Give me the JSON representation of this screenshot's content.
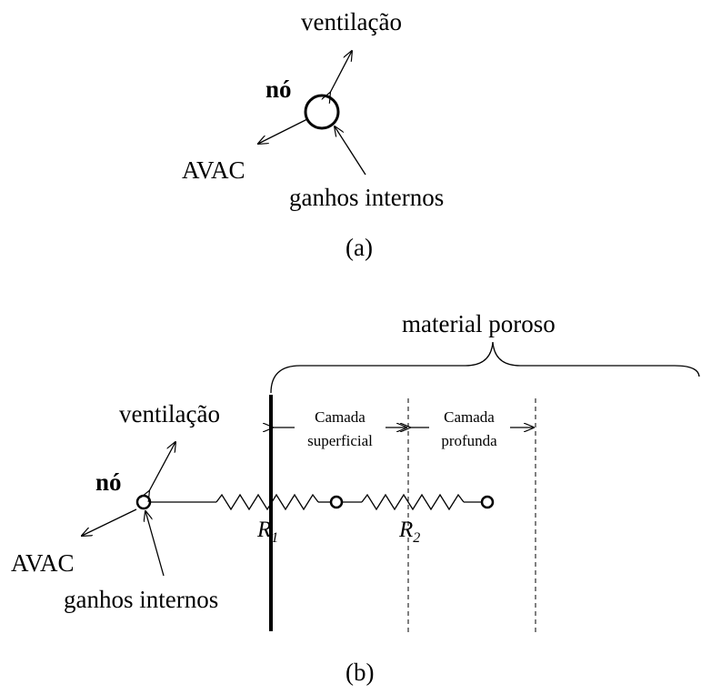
{
  "panel_a": {
    "node_label": "nó",
    "ventilation_label": "ventilação",
    "hvac_label": "AVAC",
    "internal_gains_label": "ganhos internos",
    "caption": "(a)"
  },
  "panel_b": {
    "node_label": "nó",
    "ventilation_label": "ventilação",
    "hvac_label": "AVAC",
    "internal_gains_label": "ganhos internos",
    "material_label": "material poroso",
    "surface_layer_line1": "Camada",
    "surface_layer_line2": "superficial",
    "deep_layer_line1": "Camada",
    "deep_layer_line2": "profunda",
    "r1_symbol": "R",
    "r1_sub": "1",
    "r2_symbol": "R",
    "r2_sub": "2",
    "caption": "(b)"
  }
}
